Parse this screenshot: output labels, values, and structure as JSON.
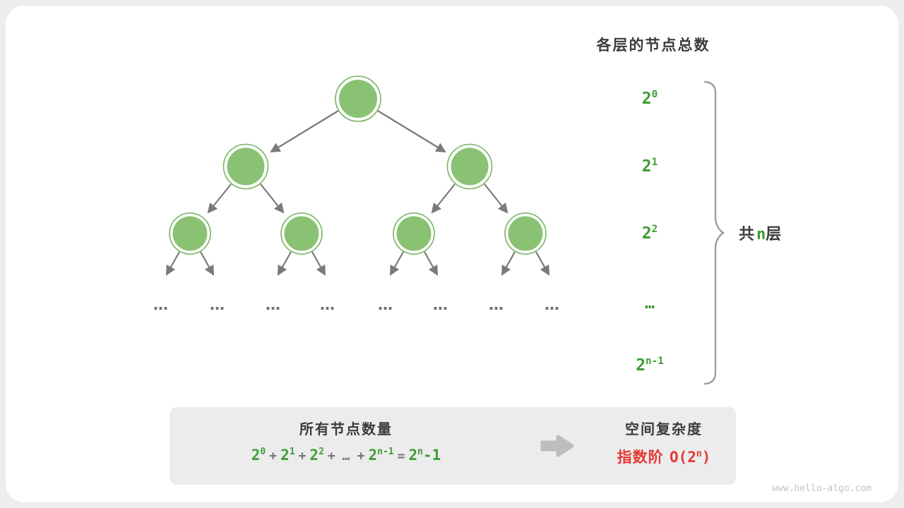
{
  "colors": {
    "node_green": "#8AC273",
    "ring_green": "#79B362",
    "text_green": "#3E9C35",
    "arrow_gray": "#7A7A7A",
    "red": "#E53935",
    "summary_box_bg": "#ECECEC",
    "brace_gray": "#9E9E9E"
  },
  "right": {
    "title": "各层的节点总数",
    "levels": [
      {
        "base": "2",
        "exp": "0"
      },
      {
        "base": "2",
        "exp": "1"
      },
      {
        "base": "2",
        "exp": "2"
      },
      {
        "dots": "…"
      },
      {
        "base": "2",
        "exp": "n-1"
      }
    ],
    "brace": {
      "prefix": "共",
      "n": "n",
      "suffix": "层"
    }
  },
  "tree": {
    "ellipsis": "…"
  },
  "summary": {
    "left_title": "所有节点数量",
    "formula": {
      "t1b": "2",
      "t1e": "0",
      "op1": "+",
      "t2b": "2",
      "t2e": "1",
      "op2": "+",
      "t3b": "2",
      "t3e": "2",
      "op3": "+",
      "dots": "…",
      "op4": "+",
      "t4b": "2",
      "t4e": "n-1",
      "eq": "=",
      "rb": "2",
      "re": "n",
      "rtail": "-1"
    },
    "right_title": "空间复杂度",
    "complexity": {
      "prefix": "指数阶",
      "obase": "O(2",
      "exp": "n",
      "close": ")"
    }
  },
  "watermark": "www.hello-algo.com"
}
